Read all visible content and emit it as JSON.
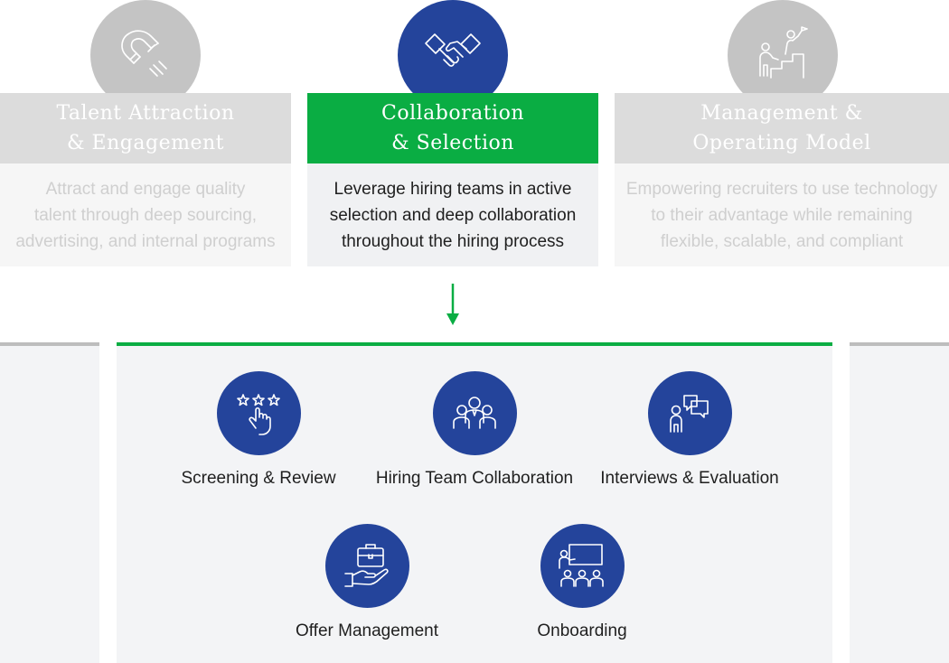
{
  "pillars": [
    {
      "title": "Talent Attraction\n& Engagement",
      "description": "Attract and engage quality\ntalent through deep sourcing,\nadvertising, and internal programs",
      "icon": "magnet-icon",
      "state": "inactive"
    },
    {
      "title": "Collaboration\n& Selection",
      "description": "Leverage hiring teams in active\nselection and deep collaboration\nthroughout the hiring process",
      "icon": "handshake-icon",
      "state": "active"
    },
    {
      "title": "Management &\nOperating Model",
      "description": "Empowering recruiters to use technology\nto their advantage while remaining\nflexible, scalable, and compliant",
      "icon": "climbing-steps-icon",
      "state": "inactive"
    }
  ],
  "features": [
    {
      "label": "Screening & Review",
      "icon": "star-rating-hand-icon"
    },
    {
      "label": "Hiring Team Collaboration",
      "icon": "team-group-icon"
    },
    {
      "label": "Interviews & Evaluation",
      "icon": "chat-person-icon"
    },
    {
      "label": "Offer Management",
      "icon": "briefcase-hand-icon"
    },
    {
      "label": "Onboarding",
      "icon": "presentation-audience-icon"
    }
  ],
  "colors": {
    "accent_green": "#0aad43",
    "icon_blue": "#24449b",
    "inactive_gray": "#c4c4c4"
  }
}
